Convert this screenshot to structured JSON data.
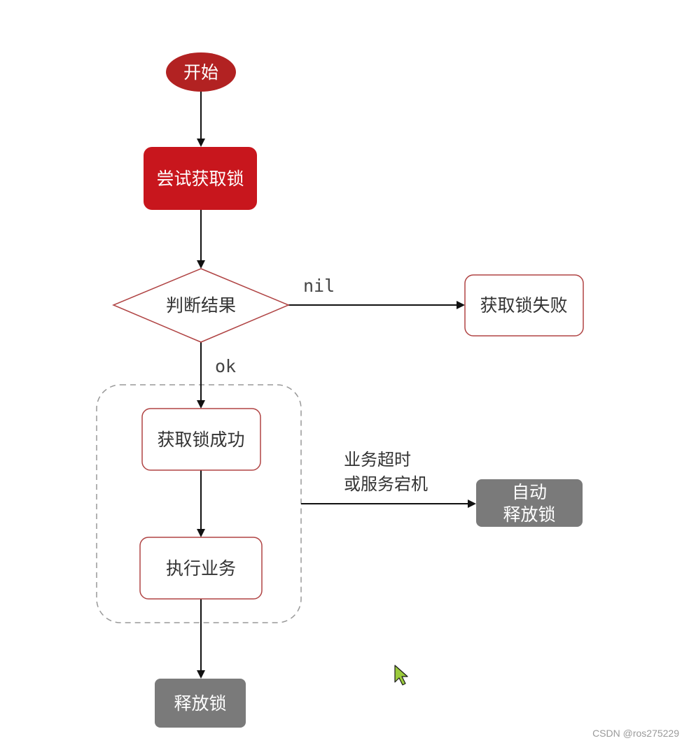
{
  "nodes": {
    "start": "开始",
    "try_lock": "尝试获取锁",
    "judge": "判断结果",
    "fail": "获取锁失败",
    "success": "获取锁成功",
    "execute": "执行业务",
    "auto_release": [
      "自动",
      "释放锁"
    ],
    "release": "释放锁"
  },
  "edges": {
    "nil_label": "nil",
    "ok_label": "ok",
    "timeout_label": [
      "业务超时",
      "或服务宕机"
    ]
  },
  "watermark": "CSDN @ros275229",
  "colors": {
    "start_fill": "#B22222",
    "try_fill": "#C8161D",
    "node_border": "#B04444",
    "gray_fill": "#7A7A7A",
    "dashed_border": "#999999"
  }
}
